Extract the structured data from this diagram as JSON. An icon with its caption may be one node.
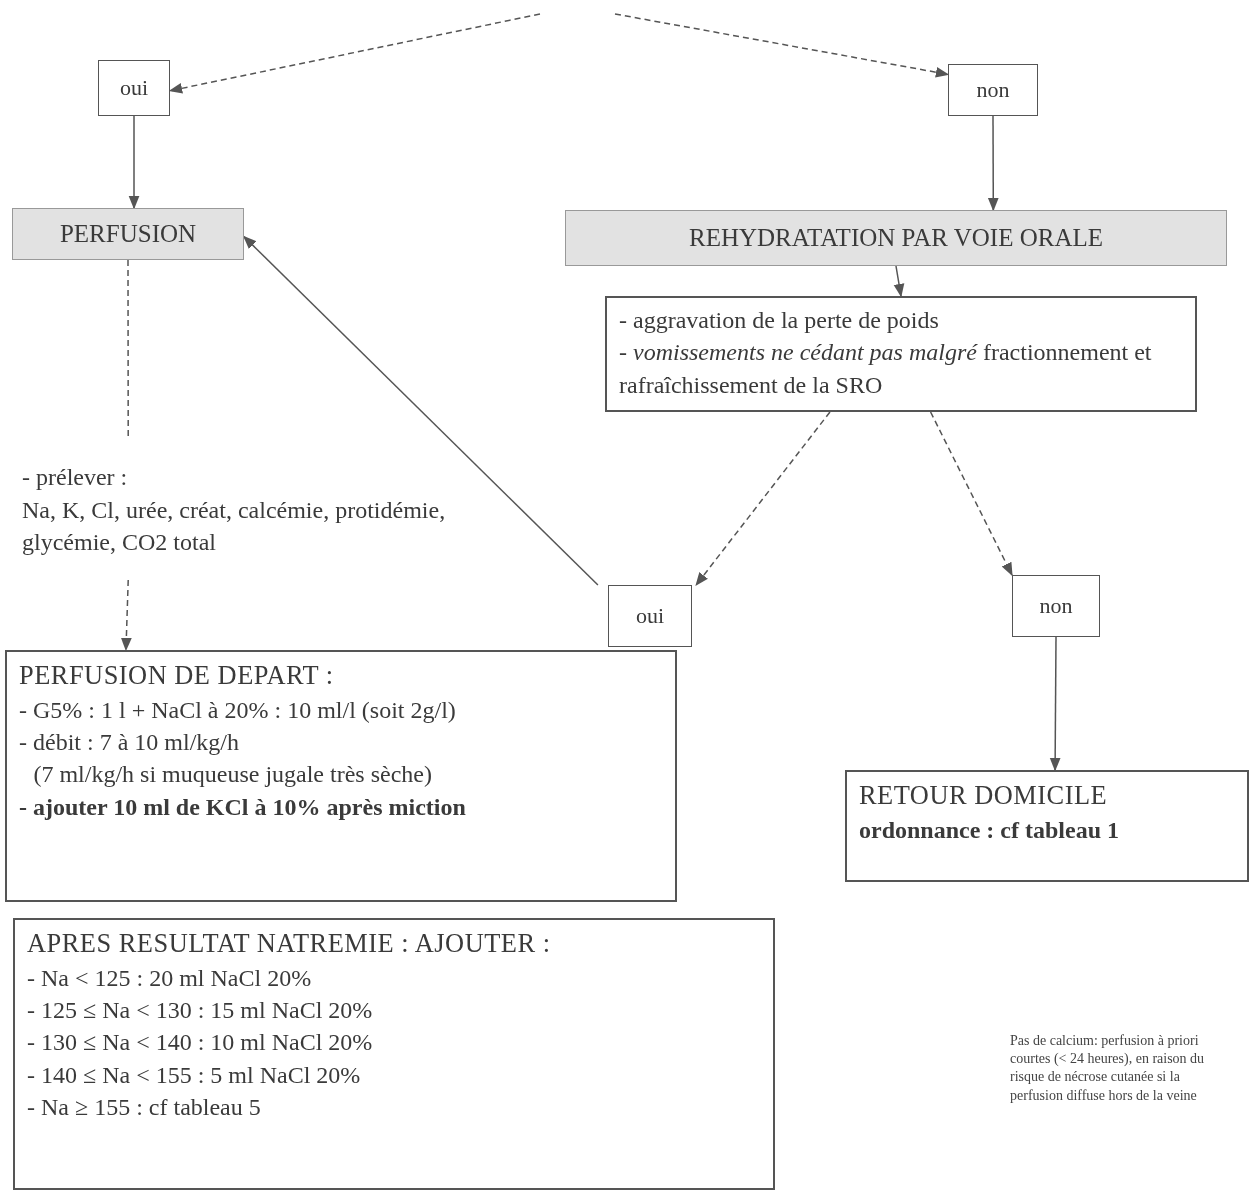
{
  "diagram": {
    "nodes": [
      {
        "text": [
          "oui"
        ]
      },
      {
        "text": [
          "non"
        ]
      },
      {
        "text": [
          "PERFUSION"
        ]
      },
      {
        "text": [
          "REHYDRATATION PAR VOIE ORALE"
        ]
      },
      {
        "text": [
          "- prélever :",
          "Na, K, Cl, urée, créat, calcémie, protidémie, glycémie, CO2 total"
        ]
      },
      {
        "text": [
          "- aggravation de la perte de poids",
          "- *vomissements ne cédant pas malgré* fractionnement et rafraîchissement de la SRO"
        ]
      },
      {
        "text": [
          "oui"
        ]
      },
      {
        "text": [
          "non"
        ]
      },
      {
        "text": [
          "PERFUSION DE DEPART :",
          "- G5% : 1 l + NaCl à 20% : 10 ml/l (soit 2g/l)",
          "- débit : 7 à 10 ml/kg/h",
          "(7 ml/kg/h si muqueuse jugale très sèche)",
          "- ajouter 10 ml de KCl à 10% après miction"
        ]
      },
      {
        "text": [
          "RETOUR DOMICILE",
          "ordonnance : cf tableau 1"
        ]
      },
      {
        "text": [
          "APRES RESULTAT NATREMIE : AJOUTER :",
          "- Na < 125 : 20 ml NaCl 20%",
          "- 125 ≤ Na < 130 : 15 ml NaCl 20%",
          "- 130 ≤ Na < 140 : 10 ml NaCl 20%",
          "- 140 ≤ Na < 155 : 5 ml NaCl 20%",
          "- Na ≥ 155 : cf tableau 5"
        ]
      }
    ],
    "edges": [
      {
        "from": null,
        "to": 0,
        "arrow": "to",
        "style": "dashed"
      },
      {
        "from": null,
        "to": 1,
        "arrow": "to",
        "style": "dashed"
      },
      {
        "from": 0,
        "to": 2,
        "arrow": "to"
      },
      {
        "from": 1,
        "to": 3,
        "arrow": "to"
      },
      {
        "from": 2,
        "to": 4,
        "arrow": "none",
        "style": "dashed"
      },
      {
        "from": 4,
        "to": 8,
        "arrow": "to",
        "style": "dashed"
      },
      {
        "from": 3,
        "to": 5,
        "arrow": "to"
      },
      {
        "from": 5,
        "to": 6,
        "arrow": "to",
        "style": "dashed"
      },
      {
        "from": 5,
        "to": 7,
        "arrow": "to",
        "style": "dashed"
      },
      {
        "from": 6,
        "to": 2,
        "arrow": "to"
      },
      {
        "from": 7,
        "to": 9,
        "arrow": "to"
      }
    ],
    "labels": [
      "Pas de calcium: perfusion à priori courtes (< 24 heures), en raison du risque de nécrose cutanée si la perfusion diffuse hors de la veine"
    ]
  }
}
